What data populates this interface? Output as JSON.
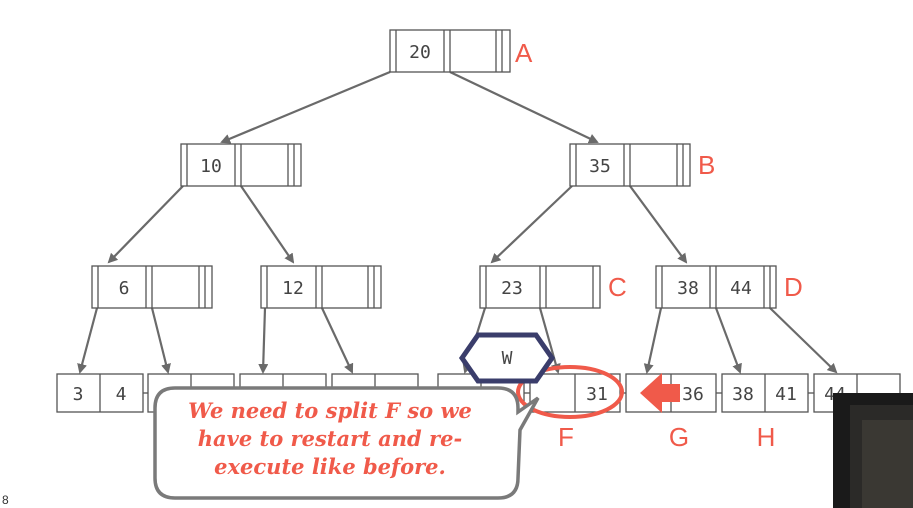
{
  "root": {
    "keys": [
      "20",
      ""
    ],
    "label": "A"
  },
  "inner": {
    "left": {
      "keys": [
        "10",
        ""
      ]
    },
    "right": {
      "keys": [
        "35",
        ""
      ],
      "label": "B"
    }
  },
  "level2": {
    "n6": {
      "keys": [
        "6",
        ""
      ]
    },
    "n12": {
      "keys": [
        "12",
        ""
      ]
    },
    "n23": {
      "keys": [
        "23",
        ""
      ],
      "label": "C"
    },
    "n38": {
      "keys": [
        "38",
        "44"
      ],
      "label": "D"
    }
  },
  "leaves": {
    "l1": {
      "keys": [
        "3",
        "4"
      ]
    },
    "l7": {
      "keys": [
        "",
        "31"
      ],
      "label": "F"
    },
    "l8": {
      "keys": [
        "",
        "36"
      ],
      "label": "G"
    },
    "l9": {
      "keys": [
        "38",
        "41"
      ],
      "label": "H"
    },
    "l10": {
      "keys": [
        "44",
        ""
      ]
    }
  },
  "latch": {
    "label": "W"
  },
  "callout": {
    "lines": [
      "We need to split F so we",
      "have to restart and re-",
      "execute like before."
    ]
  },
  "slide_number": "8",
  "colors": {
    "accent": "#f05a4a",
    "latch": "#3a3d6b",
    "edge": "#6a6a6a"
  }
}
